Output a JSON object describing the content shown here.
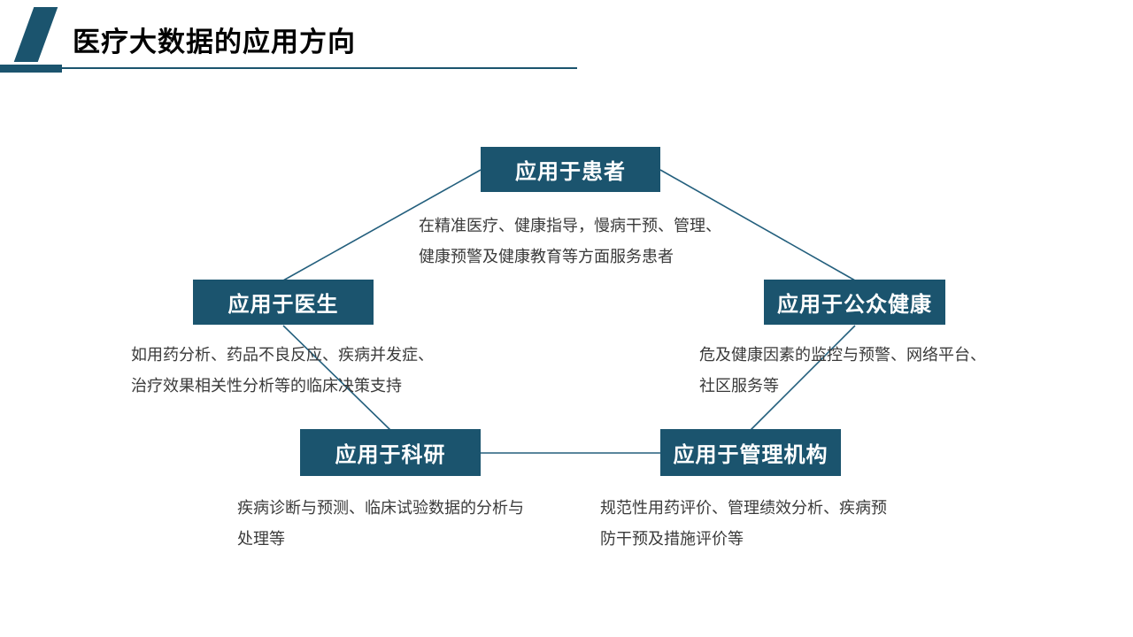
{
  "slide": {
    "title": "医疗大数据的应用方向"
  },
  "colors": {
    "accent_teal": "#1b546e",
    "connector_line": "#235f7d",
    "description_text": "#3a3a3a",
    "box_label_text": "#ffffff"
  },
  "diagram": {
    "nodes": [
      {
        "id": "patient",
        "label": "应用于患者",
        "desc_lines": [
          "在精准医疗、健康指导，慢病干预、管理、",
          "健康预警及健康教育等方面服务患者"
        ]
      },
      {
        "id": "doctor",
        "label": "应用于医生",
        "desc_lines": [
          "如用药分析、药品不良反应、疾病并发症、",
          "治疗效果相关性分析等的临床决策支持"
        ]
      },
      {
        "id": "public-health",
        "label": "应用于公众健康",
        "desc_lines": [
          "危及健康因素的监控与预警、网络平台、",
          "社区服务等"
        ]
      },
      {
        "id": "research",
        "label": "应用于科研",
        "desc_lines": [
          "疾病诊断与预测、临床试验数据的分析与",
          "处理等"
        ]
      },
      {
        "id": "management",
        "label": "应用于管理机构",
        "desc_lines": [
          "规范性用药评价、管理绩效分析、疾病预",
          "防干预及措施评价等"
        ]
      }
    ]
  }
}
